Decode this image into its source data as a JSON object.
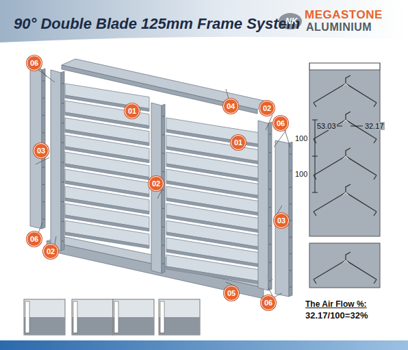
{
  "diagram": {
    "title": "90° Double Blade 125mm Frame System",
    "labels": [
      "NK",
      "MEGASTONE",
      "ALUMINIUM",
      "06",
      "04",
      "02",
      "01",
      "06",
      "01",
      "03",
      "02",
      "03",
      "06",
      "02",
      "05",
      "06",
      "53.03",
      "32.17",
      "100",
      "100",
      "The Air Flow %:",
      "32.17/100=32%"
    ]
  }
}
